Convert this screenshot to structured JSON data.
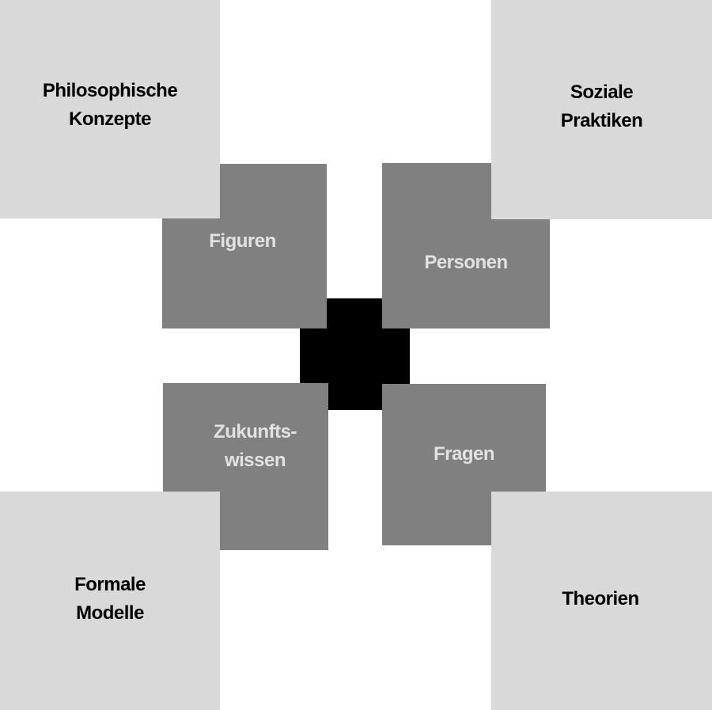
{
  "outer": {
    "top_left": [
      "Philosophische",
      "Konzepte"
    ],
    "top_right": [
      "Soziale",
      "Praktiken"
    ],
    "bottom_left": [
      "Formale",
      "Modelle"
    ],
    "bottom_right": [
      "Theorien"
    ]
  },
  "inner": {
    "top_left": [
      "Figuren"
    ],
    "top_right": [
      "Personen"
    ],
    "bottom_left": [
      "Zukunfts-",
      "wissen"
    ],
    "bottom_right": [
      "Fragen"
    ]
  },
  "colors": {
    "outer": "#d9d9d9",
    "inner": "#808080",
    "center": "#000000",
    "inner_text": "#e2e2e2"
  }
}
